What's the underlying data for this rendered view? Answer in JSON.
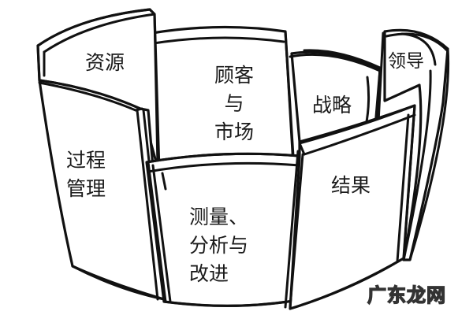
{
  "diagram": {
    "type": "cylinder-panels",
    "panels": [
      {
        "id": "resources",
        "label": "资源"
      },
      {
        "id": "customers-market",
        "lines": [
          "顾客",
          "与",
          "市场"
        ]
      },
      {
        "id": "strategy",
        "label": "战略"
      },
      {
        "id": "leadership",
        "label": "领导"
      },
      {
        "id": "process-management",
        "lines": [
          "过程",
          "管理"
        ]
      },
      {
        "id": "measurement-analysis-improvement",
        "lines": [
          "测量、",
          "分析与",
          "改进"
        ]
      },
      {
        "id": "results",
        "label": "结果"
      }
    ]
  },
  "watermark": "广东龙网",
  "colors": {
    "stroke": "#111111",
    "fill": "#ffffff"
  }
}
